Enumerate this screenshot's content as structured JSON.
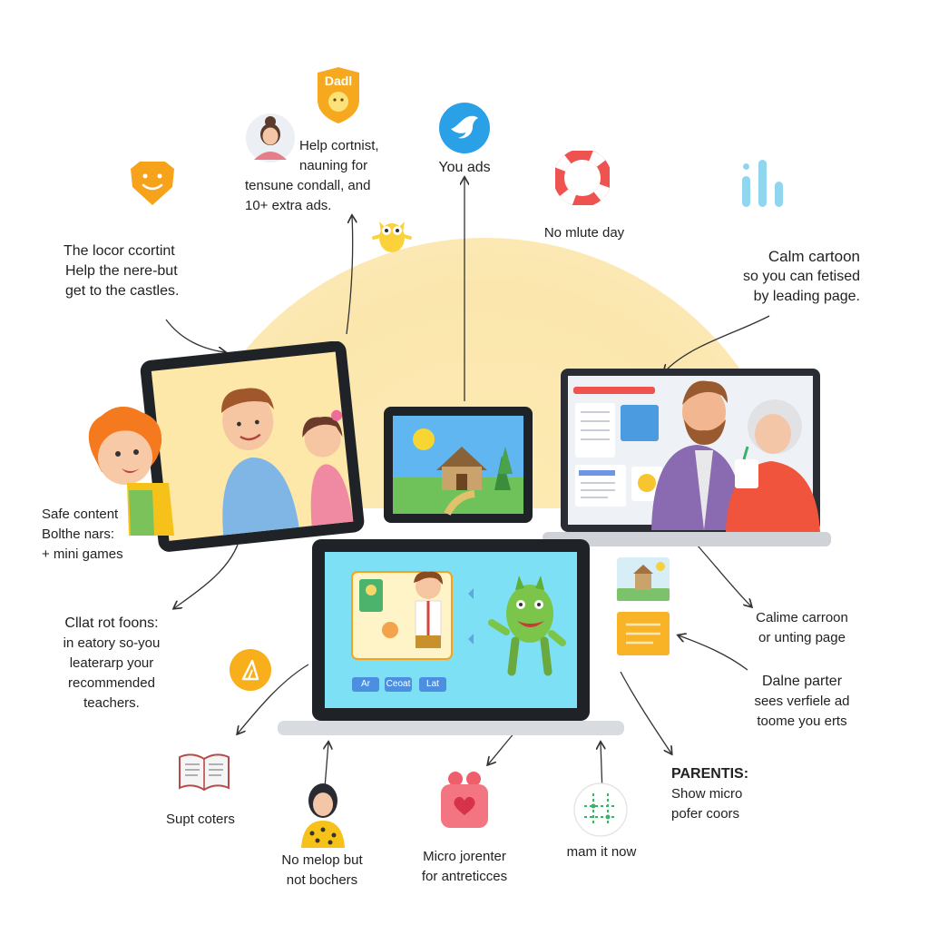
{
  "labels": {
    "top_badge": "Dadl",
    "help_content": [
      "Help cortnist,",
      "nauning for",
      "tensune condall, and",
      "10+ extra ads."
    ],
    "you_ads": "You ads",
    "no_mlute_day": "No mlute day",
    "lcor_content": [
      "The locor ccortint",
      "Help the nere-but",
      "get to the castles."
    ],
    "calm_cartoon": [
      "Calm cartoon",
      "so you can fetised",
      "by leading page."
    ],
    "safe_content": [
      "Safe content",
      "Bolthe nars:",
      "+ mini games"
    ],
    "clat_rot": [
      "Cllat rot foons:",
      "in eatory so-you",
      "leaterarp your",
      "recommended",
      "teachers."
    ],
    "calime_carroon": [
      "Calime carroon",
      "or unting page"
    ],
    "dalne_parter": [
      "Dalne parter",
      "sees verfiele ad",
      "toome you erts"
    ],
    "parentis": [
      "PARENTIS:",
      "Show micro",
      "pofer coors"
    ],
    "supt_coters": "Supt coters",
    "no_melop": [
      "No melop but",
      "not bochers"
    ],
    "micro_jorenter": [
      "Micro jorenter",
      "for antreticces"
    ],
    "mam_it_now": "mam it now"
  },
  "laptop_buttons": [
    "Ar",
    "Ceoat",
    "Lat"
  ],
  "colors": {
    "sun": "#fbe7ae",
    "accent_orange": "#f7a21b",
    "twitter_blue": "#2aa1e6",
    "lifebuoy_red": "#ef5350",
    "bars_blue": "#8fd6ee",
    "screen_cyan": "#7ee0f4"
  },
  "icons": [
    "shield-smile-icon",
    "badge-icon",
    "avatar-woman-icon",
    "bird-icon",
    "lifebuoy-icon",
    "bar-chart-icon",
    "owl-mascot-icon",
    "triangle-ruler-icon",
    "open-book-icon",
    "girl-avatar-icon",
    "gift-heart-icon",
    "grid-pattern-icon",
    "castle-card-icon",
    "notes-card-icon"
  ]
}
